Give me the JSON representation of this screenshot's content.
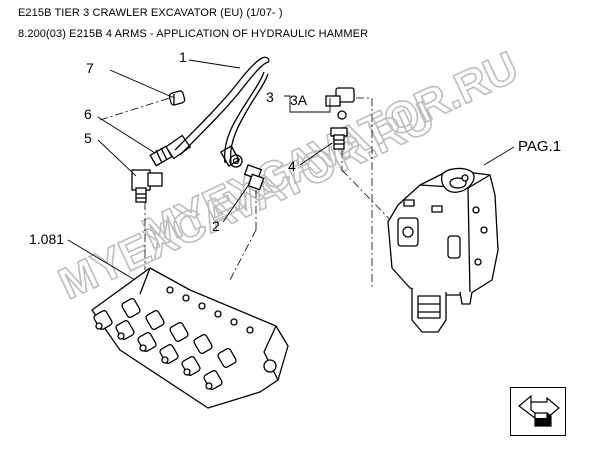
{
  "header": {
    "title": "E215B TIER 3 CRAWLER EXCAVATOR (EU) (1/07- )",
    "subtitle": "8.200(03) E215B 4 ARMS - APPLICATION OF HYDRAULIC HAMMER"
  },
  "callouts": {
    "c1": "1",
    "c2": "2",
    "c3": "3",
    "c3a": "3A",
    "c4": "4",
    "c5": "5",
    "c6": "6",
    "c7": "7",
    "c1081": "1.081",
    "pag1": "PAG.1"
  },
  "watermark": {
    "line1": "MYEXCAVATOR.RU",
    "line2": "MYEXCAVATOR.RU"
  },
  "nav": {
    "icon": "return-arrow-icon"
  }
}
